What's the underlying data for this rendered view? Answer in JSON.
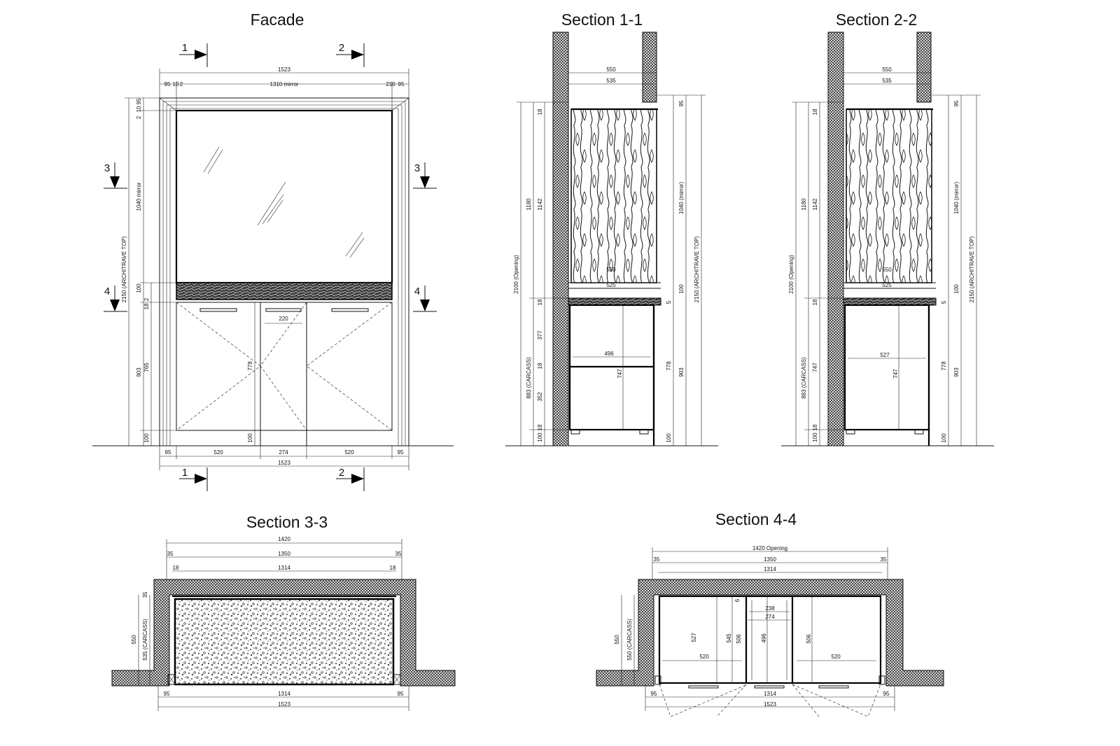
{
  "titles": {
    "facade": "Facade",
    "s11": "Section 1-1",
    "s22": "Section 2-2",
    "s33": "Section 3-3",
    "s44": "Section 4-4"
  },
  "markers": {
    "m1": "1",
    "m2": "2",
    "m3": "3",
    "m4": "4"
  },
  "facade": {
    "w_total": "1523",
    "w_95l": "95",
    "w_10l": "10",
    "w_2l": "2",
    "w_mirror": "1310 mirror",
    "w_210r": "210",
    "w_95r": "95",
    "h_2": "2",
    "h_10": "10",
    "h_95": "95",
    "h_mirror": "1040 mirror",
    "h_100a": "100",
    "h_18": "18",
    "h_2b": "2",
    "h_765": "765",
    "h_100b": "100",
    "h_903": "903",
    "h_total": "2150 (ARCHITRAVE TOP)",
    "h_778": "778",
    "h_100c": "100",
    "d_220": "220",
    "b_95l": "95",
    "b_520l": "520",
    "b_274": "274",
    "b_520r": "520",
    "b_95r": "95",
    "b_total": "1523"
  },
  "s11": {
    "w_550": "550",
    "w_535": "535",
    "h_18a": "18",
    "h_1180": "1180",
    "h_1142": "1142",
    "h_opening": "2100 (Opening)",
    "h_18b": "18",
    "h_377": "377",
    "h_18c": "18",
    "h_352": "352",
    "h_18d": "18",
    "h_100": "100",
    "h_carcass": "883 (CARCASS)",
    "w_496": "496",
    "h_747": "747",
    "r_95": "95",
    "r_mirror": "1040 (mirror)",
    "r_100a": "100",
    "r_5": "5",
    "r_778": "778",
    "r_903": "903",
    "r_100b": "100",
    "r_total": "2150 (ARCHITRAVE TOP)",
    "w_550b": "550",
    "w_525": "525"
  },
  "s22": {
    "w_550": "550",
    "w_535": "535",
    "h_18a": "18",
    "h_1180": "1180",
    "h_1142": "1142",
    "h_opening": "2100 (Opening)",
    "h_18b": "18",
    "h_18d": "18",
    "h_100": "100",
    "h_carcass": "883 (CARCASS)",
    "h_747a": "747",
    "w_527": "527",
    "h_747": "747",
    "r_95": "95",
    "r_mirror": "1040 (mirror)",
    "r_100a": "100",
    "r_5": "5",
    "r_778": "778",
    "r_903": "903",
    "r_100b": "100",
    "r_total": "2150 (ARCHITRAVE TOP)",
    "w_550b": "550",
    "w_525": "525"
  },
  "s33": {
    "w_1420": "1420",
    "w_35l": "35",
    "w_1350": "1350",
    "w_35r": "35",
    "w_18l": "18",
    "w_1314": "1314",
    "w_18r": "18",
    "h_35": "35",
    "h_550": "550",
    "h_carcass": "535 (CARCASS)",
    "b_95l": "95",
    "b_1314": "1314",
    "b_95r": "95",
    "b_1523": "1523"
  },
  "s44": {
    "w_opening": "1420 Opening",
    "w_35l": "35",
    "w_1350": "1350",
    "w_35r": "35",
    "w_1314": "1314",
    "h_550": "550",
    "h_carcass": "550 (CARCASS)",
    "h_527": "527",
    "w_520l": "520",
    "h_545": "545",
    "h_506a": "506",
    "h_6": "6",
    "w_238": "238",
    "w_274": "274",
    "h_496": "496",
    "h_506b": "506",
    "w_520r": "520",
    "b_95l": "95",
    "b_1314": "1314",
    "b_95r": "95",
    "b_1523": "1523"
  }
}
